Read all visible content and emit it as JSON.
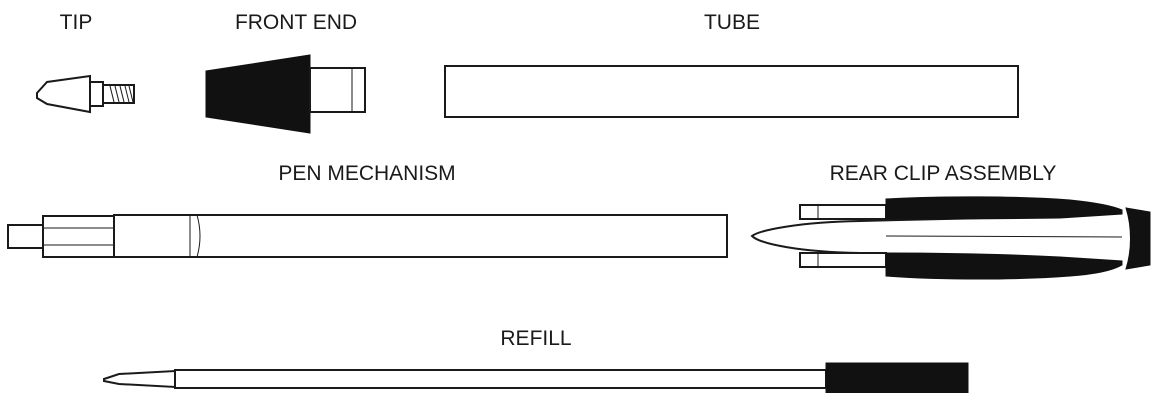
{
  "labels": {
    "tip": "TIP",
    "front_end": "FRONT END",
    "tube": "TUBE",
    "pen_mechanism": "PEN MECHANISM",
    "rear_clip_assembly": "REAR CLIP ASSEMBLY",
    "refill": "REFILL"
  },
  "colors": {
    "ink": "#1a1a1a",
    "fill_dark": "#111111",
    "background": "#ffffff"
  }
}
